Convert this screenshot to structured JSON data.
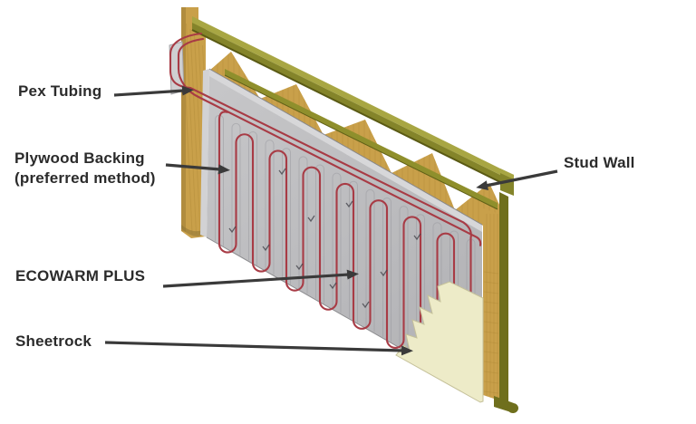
{
  "labels": {
    "pex_tubing": "Pex Tubing",
    "plywood_backing_line1": "Plywood Backing",
    "plywood_backing_line2": "(preferred method)",
    "ecowarm_plus": "ECOWARM PLUS",
    "sheetrock": "Sheetrock",
    "stud_wall": "Stud Wall"
  },
  "colors": {
    "background": "#ffffff",
    "tube_red": "#a83b45",
    "wood_tan": "#c9a04a",
    "wood_grain": "#a98432",
    "plate_olive_top": "#a8a643",
    "plate_olive_front": "#84842a",
    "plate_olive_dark": "#5f5f16",
    "rail_olive": "#8f8f2c",
    "strip_olive_dark": "#6f6f1d",
    "panel_gray": "#bfbfc1",
    "panel_gray_light": "#d7d7d9",
    "panel_line": "#9a9aa0",
    "sheetrock_cream": "#edebc8",
    "arrow": "#3a3a3a",
    "label_text": "#2b2b2b"
  }
}
